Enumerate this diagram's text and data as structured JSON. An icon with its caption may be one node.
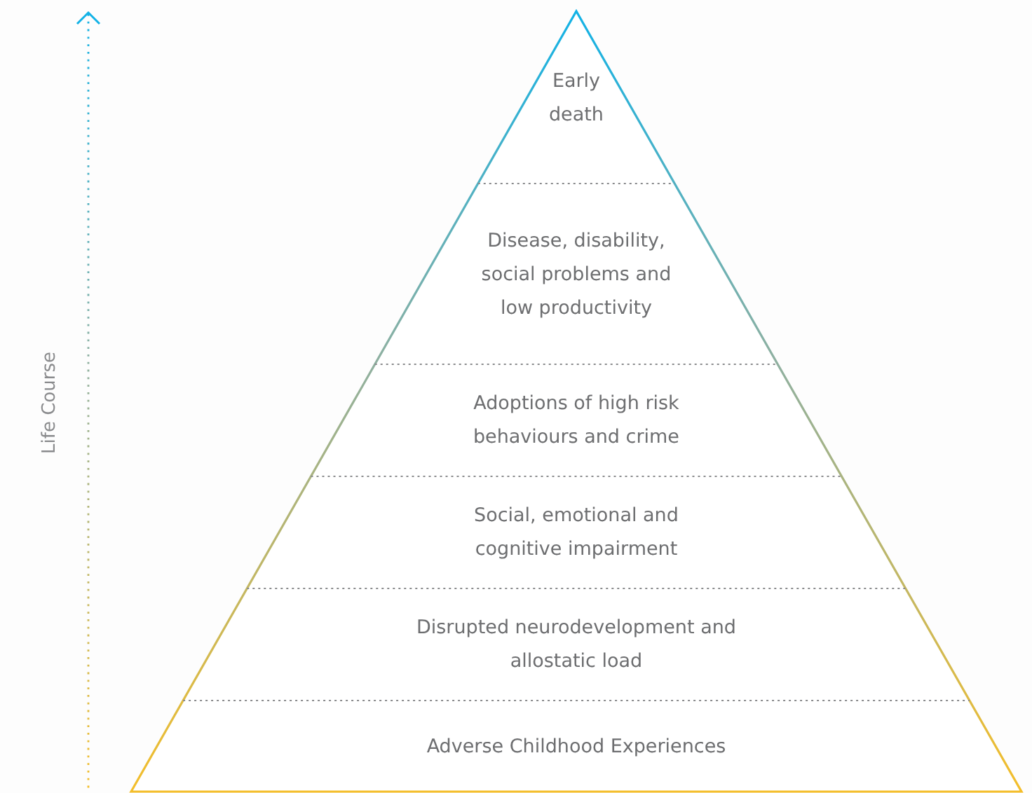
{
  "diagram": {
    "nodes": [
      {
        "text": [
          "Early death"
        ]
      },
      {
        "text": [
          "Disease, disability, social problems and low productivity"
        ]
      },
      {
        "text": [
          "Adoptions of high risk behaviours and crime"
        ]
      },
      {
        "text": [
          "Social, emotional and cognitive impairment"
        ]
      },
      {
        "text": [
          "Disrupted neurodevelopment and allostatic load"
        ]
      },
      {
        "text": [
          "Adverse Childhood Experiences"
        ]
      }
    ],
    "labels": [
      "Life Course"
    ]
  }
}
